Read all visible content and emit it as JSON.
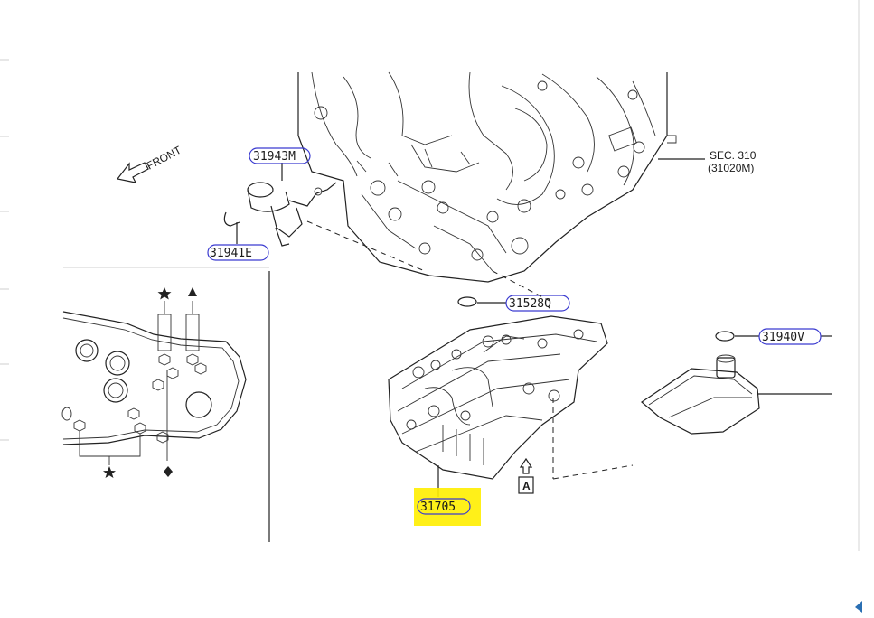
{
  "labels": {
    "front": "FRONT",
    "p31943m": "31943M",
    "p31941e": "31941E",
    "p31528q": "31528Q",
    "p31940v": "31940V",
    "p31705": "31705",
    "sec_line1": "SEC. 310",
    "sec_line2": "(31020M)",
    "view_a": "A"
  },
  "colors": {
    "pill_outline": "#3a3ad0",
    "highlight": "#ffee00",
    "line": "#222222"
  }
}
